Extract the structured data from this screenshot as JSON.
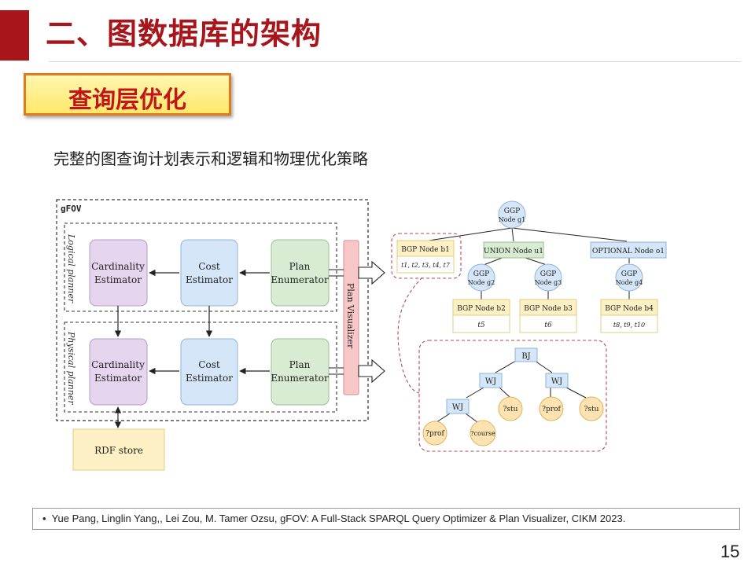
{
  "slide": {
    "title": "二、图数据库的架构",
    "section": "查询层优化",
    "subtitle": "完整的图查询计划表示和逻辑和物理优化策略",
    "reference_bullet": "•",
    "reference": "Yue Pang, Linglin Yang,, Lei Zou, M. Tamer Ozsu, gFOV: A Full-Stack SPARQL Query Optimizer & Plan Visualizer, CIKM 2023.",
    "page_number": "15"
  },
  "diagram": {
    "system_label": "gFOV",
    "logical_label": "Logical planner",
    "physical_label": "Physical planner",
    "visualizer_label": "Plan Visualizer",
    "rdf_store": "RDF store",
    "cardinality": [
      "Cardinality",
      "Estimator"
    ],
    "cost": [
      "Cost",
      "Estimator"
    ],
    "plan": [
      "Plan",
      "Enumerator"
    ],
    "colors": {
      "purple": "#e5d5ee",
      "blue": "#d4e6f8",
      "green": "#d7ecd3",
      "pink": "#f8c8c8",
      "yellow": "#fdf0c4"
    }
  },
  "plan_tree": {
    "root": [
      "GGP",
      "Node g1"
    ],
    "bgp_b1": "BGP Node b1",
    "b1_triples": "t1, t2, t3, t4, t7",
    "union": "UNION Node u1",
    "optional": "OPTIONAL Node o1",
    "g2": [
      "GGP",
      "Node g2"
    ],
    "g3": [
      "GGP",
      "Node g3"
    ],
    "g4": [
      "GGP",
      "Node g4"
    ],
    "bgp_b2": "BGP Node b2",
    "b2_triples": "t5",
    "bgp_b3": "BGP Node b3",
    "b3_triples": "t6",
    "bgp_b4": "BGP Node b4",
    "b4_triples": "t8, t9, t10"
  },
  "join_tree": {
    "bj": "BJ",
    "wj_left": "WJ",
    "wj_right": "WJ",
    "wj_bottom": "WJ",
    "stu_1": "?stu",
    "prof_1": "?prof",
    "stu_2": "?stu",
    "prof_2": "?prof",
    "course": "?course"
  }
}
